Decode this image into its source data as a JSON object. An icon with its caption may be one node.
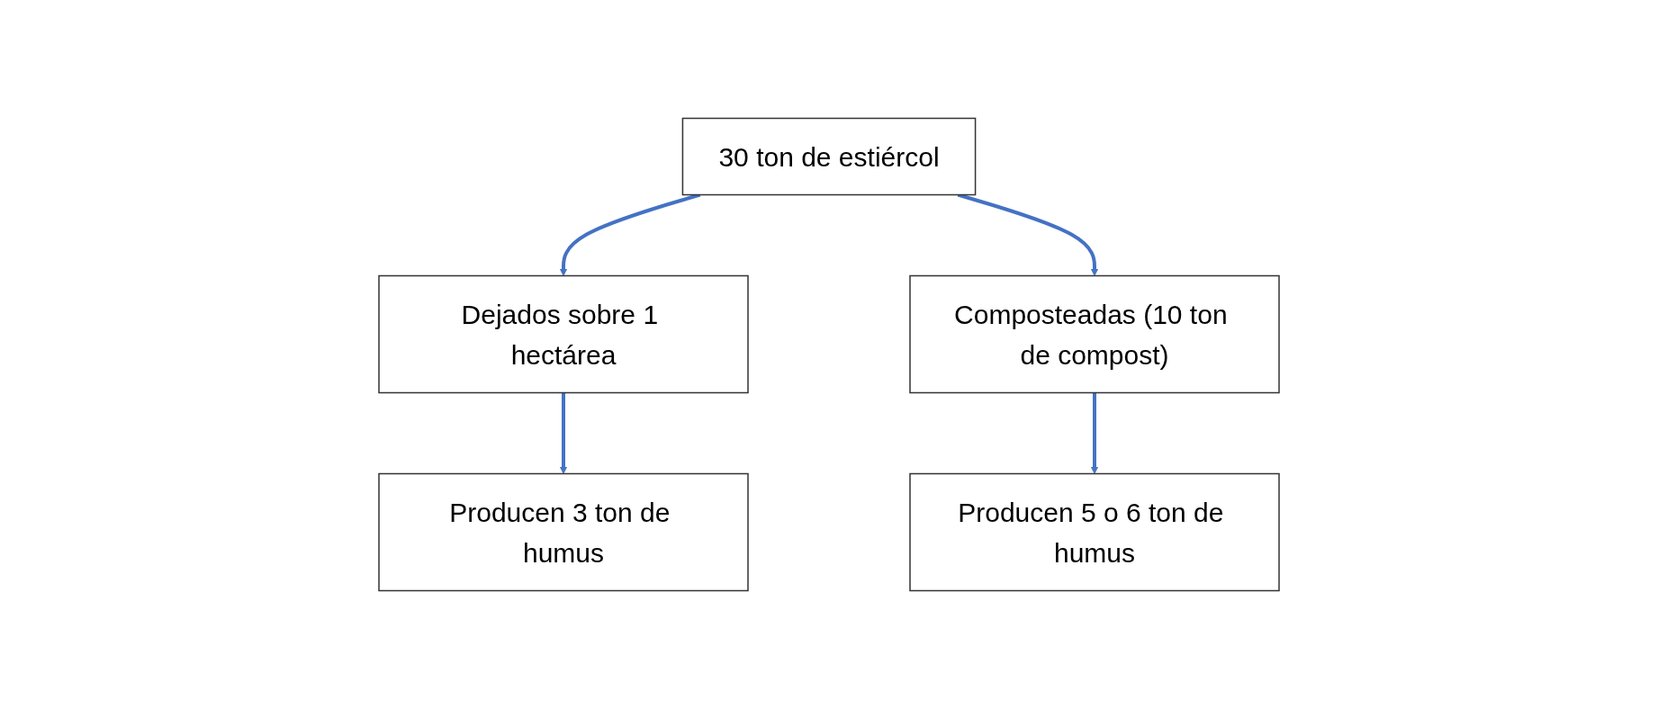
{
  "diagram": {
    "nodes": [
      {
        "text": [
          "30 ton de estiércol"
        ]
      },
      {
        "text": [
          "Dejados sobre 1 hectárea"
        ]
      },
      {
        "text": [
          "Composteadas (10 ton de compost)"
        ]
      },
      {
        "text": [
          "Producen 3 ton de humus"
        ]
      },
      {
        "text": [
          "Producen 5 o 6 ton de humus"
        ]
      }
    ],
    "edges": [
      {
        "from": 0,
        "to": 1,
        "arrow": "to"
      },
      {
        "from": 0,
        "to": 2,
        "arrow": "to"
      },
      {
        "from": 1,
        "to": 3,
        "arrow": "to"
      },
      {
        "from": 2,
        "to": 4,
        "arrow": "to"
      }
    ]
  }
}
